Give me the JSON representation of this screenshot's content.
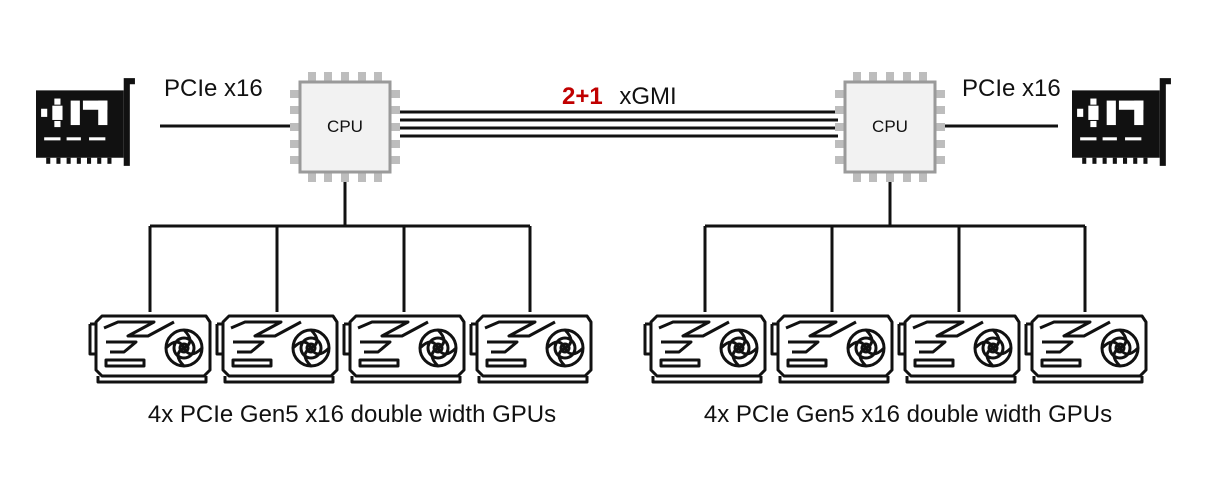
{
  "colors": {
    "accent": "#c00000",
    "ink": "#111111",
    "chip_border": "#9a9a9a",
    "chip_fill": "#f2f2f2"
  },
  "left": {
    "nic_link_label": "PCIe x16",
    "cpu_label": "CPU",
    "gpu_caption": "4x PCIe Gen5 x16 double width GPUs",
    "gpu_count": 4
  },
  "right": {
    "nic_link_label": "PCIe x16",
    "cpu_label": "CPU",
    "gpu_caption": "4x PCIe Gen5 x16 double width GPUs",
    "gpu_count": 4
  },
  "interconnect": {
    "count": "2+1",
    "name": "xGMI"
  },
  "icons": {
    "nic": "network-card-icon",
    "gpu": "gpu-card-icon",
    "cpu": "cpu-chip-icon"
  }
}
